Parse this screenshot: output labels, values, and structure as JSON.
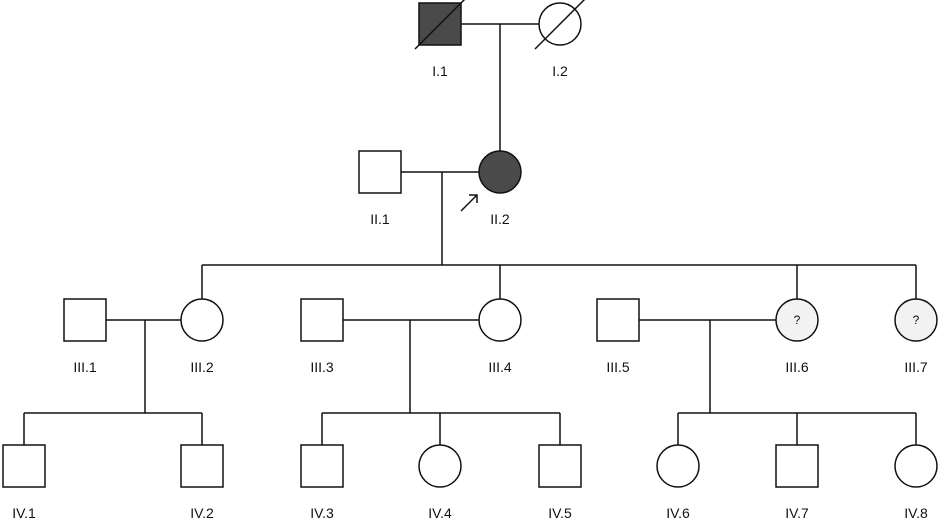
{
  "colors": {
    "affected": "#4a4a4a",
    "unknown": "#f2f2f2",
    "unaffected": "#ffffff",
    "line": "#111111"
  },
  "individuals": [
    {
      "id": "I.1",
      "label": "I.1",
      "sex": "male",
      "status": "affected",
      "deceased": true
    },
    {
      "id": "I.2",
      "label": "I.2",
      "sex": "female",
      "status": "unaffected",
      "deceased": true
    },
    {
      "id": "II.1",
      "label": "II.1",
      "sex": "male",
      "status": "unaffected"
    },
    {
      "id": "II.2",
      "label": "II.2",
      "sex": "female",
      "status": "affected",
      "proband": true
    },
    {
      "id": "III.1",
      "label": "III.1",
      "sex": "male",
      "status": "unaffected"
    },
    {
      "id": "III.2",
      "label": "III.2",
      "sex": "female",
      "status": "unaffected"
    },
    {
      "id": "III.3",
      "label": "III.3",
      "sex": "male",
      "status": "unaffected"
    },
    {
      "id": "III.4",
      "label": "III.4",
      "sex": "female",
      "status": "unaffected"
    },
    {
      "id": "III.5",
      "label": "III.5",
      "sex": "male",
      "status": "unaffected"
    },
    {
      "id": "III.6",
      "label": "III.6",
      "sex": "female",
      "status": "unknown",
      "mark": "?"
    },
    {
      "id": "III.7",
      "label": "III.7",
      "sex": "female",
      "status": "unknown",
      "mark": "?"
    },
    {
      "id": "IV.1",
      "label": "IV.1",
      "sex": "male",
      "status": "unaffected"
    },
    {
      "id": "IV.2",
      "label": "IV.2",
      "sex": "male",
      "status": "unaffected"
    },
    {
      "id": "IV.3",
      "label": "IV.3",
      "sex": "male",
      "status": "unaffected"
    },
    {
      "id": "IV.4",
      "label": "IV.4",
      "sex": "female",
      "status": "unaffected"
    },
    {
      "id": "IV.5",
      "label": "IV.5",
      "sex": "male",
      "status": "unaffected"
    },
    {
      "id": "IV.6",
      "label": "IV.6",
      "sex": "female",
      "status": "unaffected"
    },
    {
      "id": "IV.7",
      "label": "IV.7",
      "sex": "male",
      "status": "unaffected"
    },
    {
      "id": "IV.8",
      "label": "IV.8",
      "sex": "female",
      "status": "unaffected"
    }
  ],
  "couples": [
    {
      "partners": [
        "I.1",
        "I.2"
      ],
      "children": [
        "II.2"
      ]
    },
    {
      "partners": [
        "II.1",
        "II.2"
      ],
      "children": [
        "III.2",
        "III.4",
        "III.6",
        "III.7"
      ]
    },
    {
      "partners": [
        "III.1",
        "III.2"
      ],
      "children": [
        "IV.1",
        "IV.2"
      ]
    },
    {
      "partners": [
        "III.3",
        "III.4"
      ],
      "children": [
        "IV.3",
        "IV.4",
        "IV.5"
      ]
    },
    {
      "partners": [
        "III.5",
        "III.6"
      ],
      "children": [
        "IV.6",
        "IV.7",
        "IV.8"
      ]
    }
  ]
}
